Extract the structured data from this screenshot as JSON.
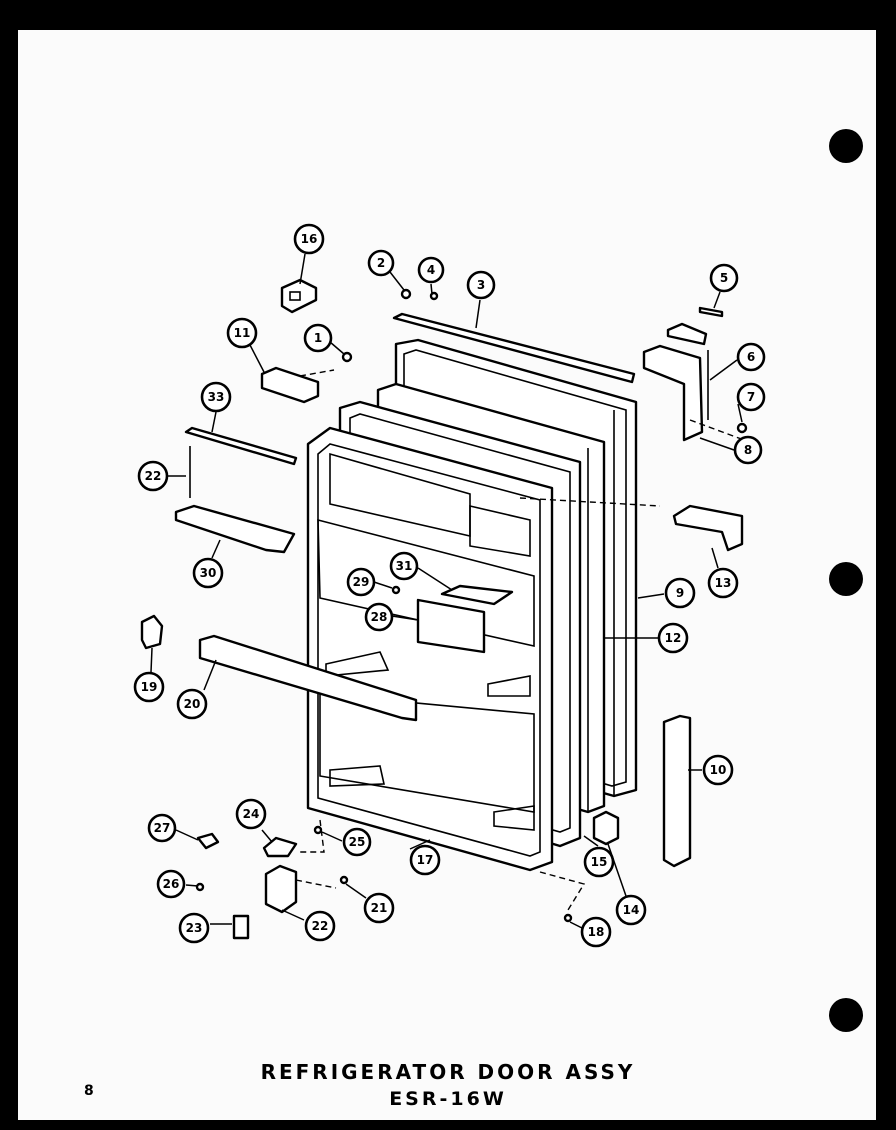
{
  "title": "REFRIGERATOR DOOR ASSY",
  "model": "ESR-16W",
  "page_number": "8",
  "callouts": [
    "16",
    "2",
    "4",
    "3",
    "5",
    "11",
    "1",
    "6",
    "7",
    "8",
    "33",
    "22",
    "13",
    "30",
    "31",
    "29",
    "28",
    "9",
    "12",
    "19",
    "20",
    "10",
    "24",
    "25",
    "27",
    "17",
    "15",
    "14",
    "26",
    "21",
    "22",
    "23",
    "18"
  ]
}
